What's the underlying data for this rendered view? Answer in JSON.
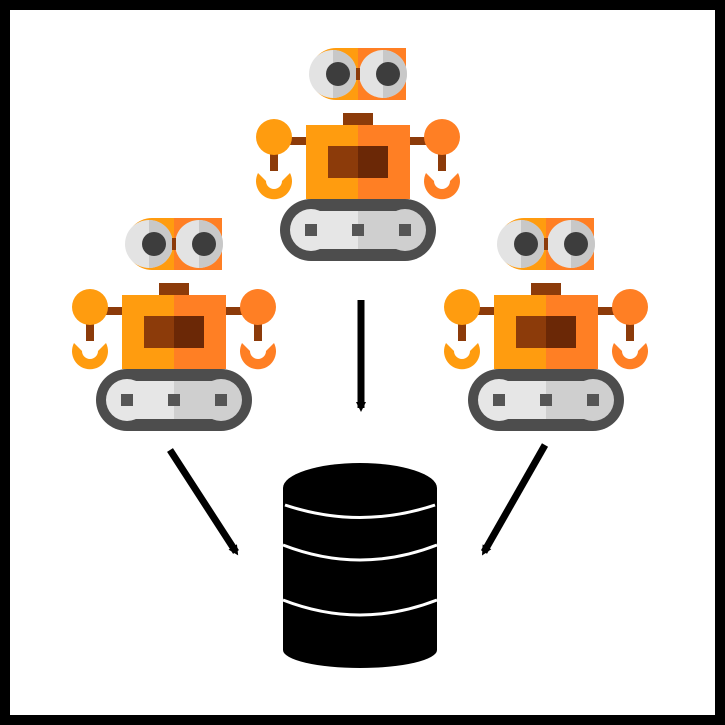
{
  "diagram": {
    "nodes": [
      {
        "id": "robot-top",
        "kind": "robot",
        "icon": "robot-icon"
      },
      {
        "id": "robot-left",
        "kind": "robot",
        "icon": "robot-icon"
      },
      {
        "id": "robot-right",
        "kind": "robot",
        "icon": "robot-icon"
      },
      {
        "id": "database",
        "kind": "database",
        "icon": "database-icon"
      }
    ],
    "edges": [
      {
        "from": "robot-left",
        "to": "database"
      },
      {
        "from": "robot-top",
        "to": "database"
      },
      {
        "from": "robot-right",
        "to": "database"
      }
    ]
  },
  "colors": {
    "frame": "#000000",
    "background": "#ffffff",
    "robot_body_light": "#ff9c0f",
    "robot_body_dark": "#ff7f24",
    "robot_panel_light": "#8c3b0a",
    "robot_panel_dark": "#6b2806",
    "robot_eye_ring": "#e3e3e3",
    "robot_eye_ring_dark": "#c8c8c8",
    "robot_pupil": "#3d3d3d",
    "track": "#4d4d4d",
    "wheel": "#e6e6e6",
    "wheel_hub": "#555555",
    "arrow": "#000000",
    "database": "#000000",
    "database_bands": "#ffffff"
  }
}
